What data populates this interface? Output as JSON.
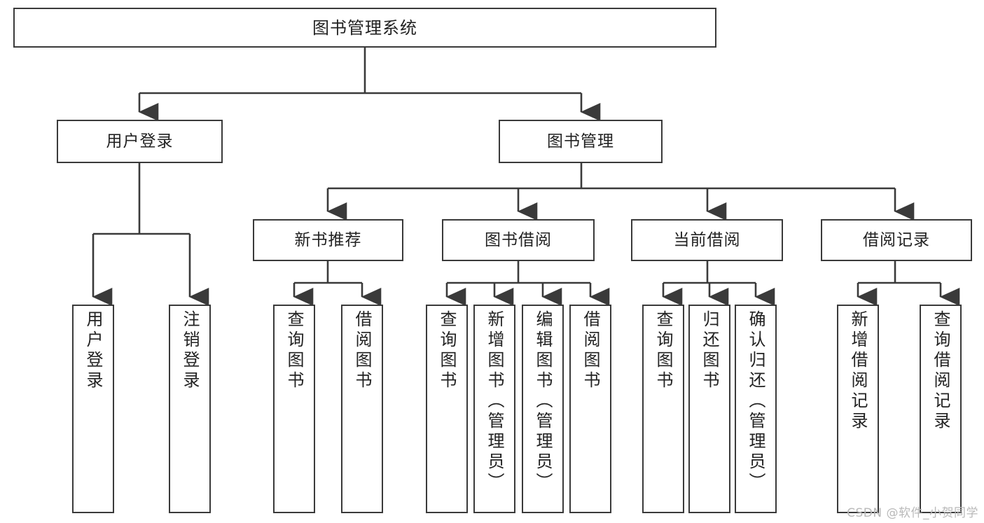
{
  "diagram": {
    "title": "图书管理系统",
    "type": "tree-structure-chart",
    "watermark": "CSDN @软件_小贺同学",
    "colors": {
      "stroke": "#3a3a3a",
      "fill": "#ffffff",
      "text": "#222222",
      "watermark": "#b9b9b9"
    },
    "root": {
      "label": "图书管理系统"
    },
    "level1": [
      {
        "label": "用户登录"
      },
      {
        "label": "图书管理"
      }
    ],
    "level2": [
      {
        "label": "新书推荐",
        "parent": "图书管理"
      },
      {
        "label": "图书借阅",
        "parent": "图书管理"
      },
      {
        "label": "当前借阅",
        "parent": "图书管理"
      },
      {
        "label": "借阅记录",
        "parent": "图书管理"
      }
    ],
    "leaves": {
      "user_login": [
        {
          "label": "用户登录"
        },
        {
          "label": "注销登录"
        }
      ],
      "new_book_recommend": [
        {
          "label": "查询图书"
        },
        {
          "label": "借阅图书"
        }
      ],
      "book_borrow": [
        {
          "label": "查询图书"
        },
        {
          "label": "新增图书（管理员）"
        },
        {
          "label": "编辑图书（管理员）"
        },
        {
          "label": "借阅图书"
        }
      ],
      "current_borrow": [
        {
          "label": "查询图书"
        },
        {
          "label": "归还图书"
        },
        {
          "label": "确认归还（管理员）"
        }
      ],
      "borrow_record": [
        {
          "label": "新增借阅记录"
        },
        {
          "label": "查询借阅记录"
        }
      ]
    }
  }
}
